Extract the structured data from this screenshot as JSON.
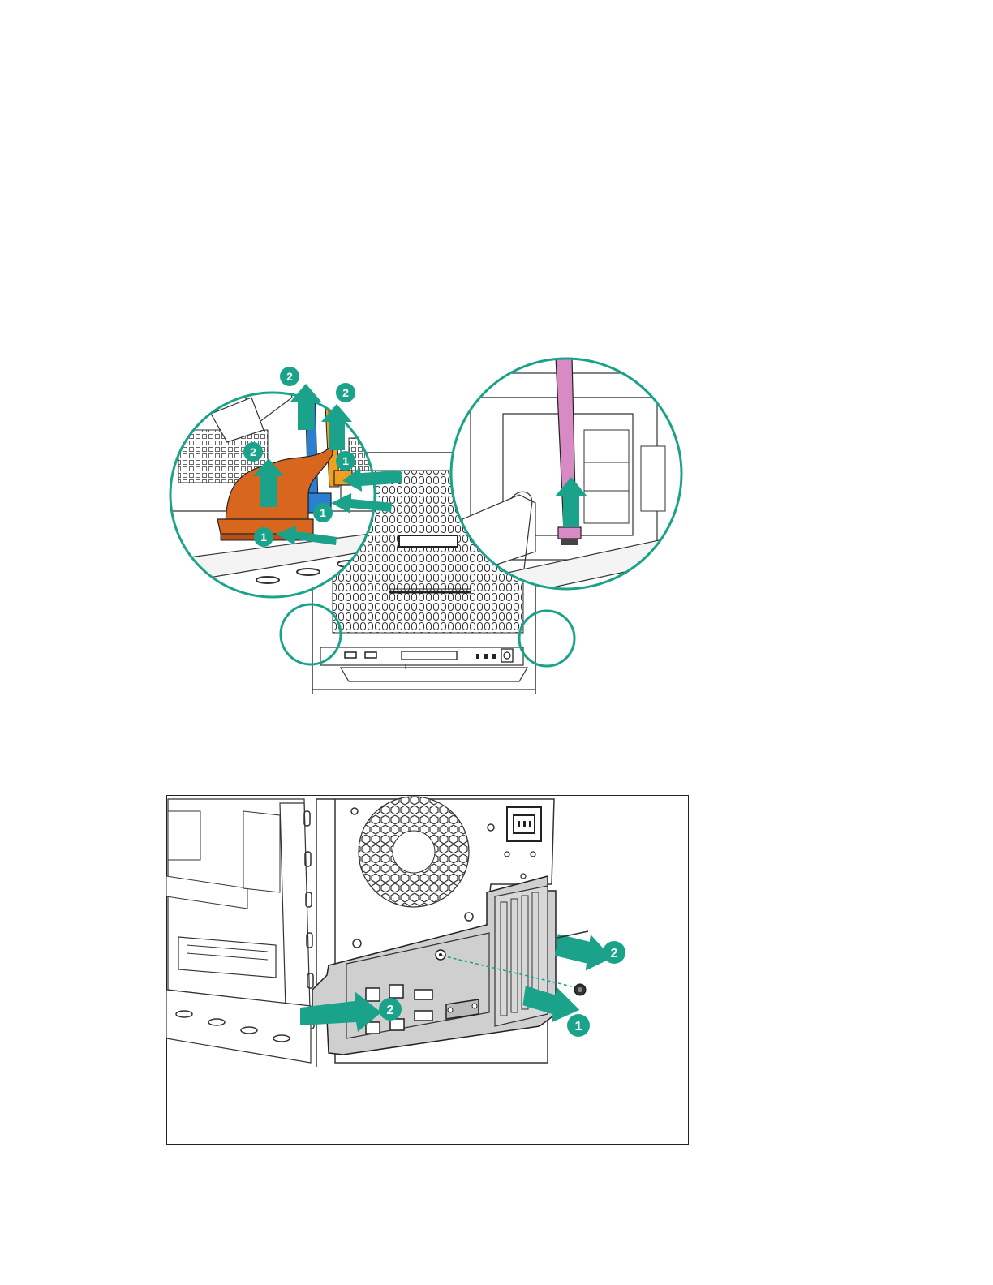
{
  "colors": {
    "callout": "#1aa38a",
    "orange_cable": "#d8661f",
    "blue_cable": "#2a7fd0",
    "yellow_cable": "#f0a020",
    "pink_cable": "#d88ac4",
    "line": "#333333",
    "panel_gray": "#cfcfcf"
  },
  "figure1": {
    "callouts": [
      "2",
      "2",
      "2",
      "1",
      "1",
      "1"
    ]
  },
  "figure2": {
    "callouts": [
      "2",
      "2",
      "1"
    ]
  }
}
